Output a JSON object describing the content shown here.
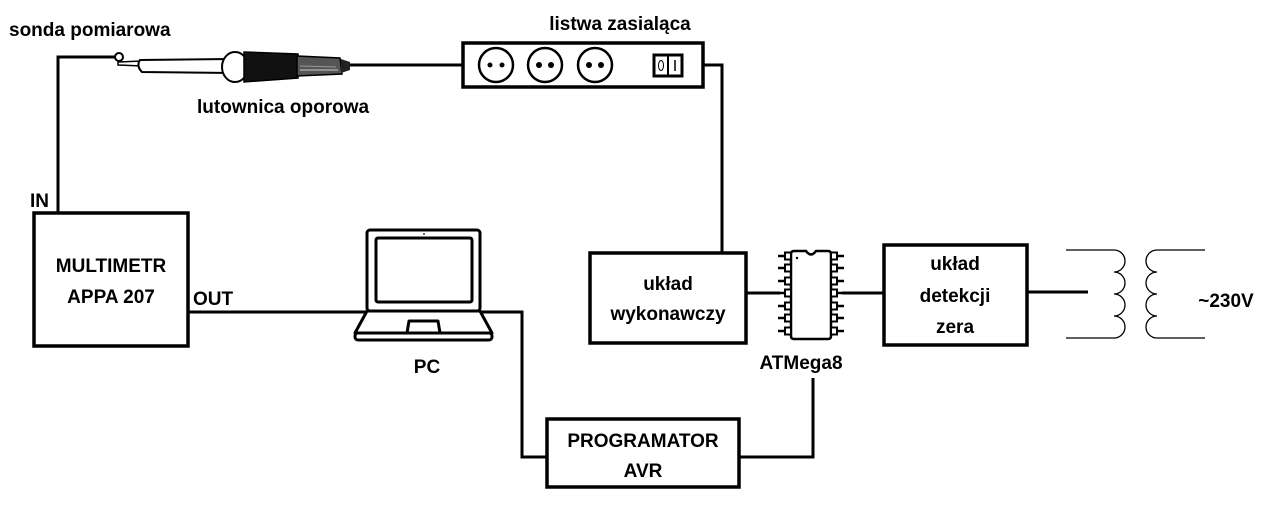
{
  "labels": {
    "probe": "sonda pomiarowa",
    "soldering_iron": "lutownica oporowa",
    "power_strip": "listwa zasialąca",
    "in_port": "IN",
    "out_port": "OUT",
    "pc": "PC",
    "mcu": "ATMega8",
    "mains": "~230V"
  },
  "blocks": {
    "multimeter": [
      "MULTIMETR",
      "APPA 207"
    ],
    "executive_circuit": [
      "układ",
      "wykonawczy"
    ],
    "zero_detection": [
      "układ",
      "detekcji",
      "zera"
    ],
    "programmer": [
      "PROGRAMATOR",
      "AVR"
    ]
  },
  "power_strip": {
    "socket_count": 3,
    "switch_states": [
      "O",
      "I"
    ]
  },
  "icons": {
    "soldering_iron": "soldering-iron-icon",
    "laptop": "laptop-icon",
    "chip": "ic-chip-icon",
    "transformer": "transformer-icon",
    "power_strip": "power-strip-icon"
  }
}
